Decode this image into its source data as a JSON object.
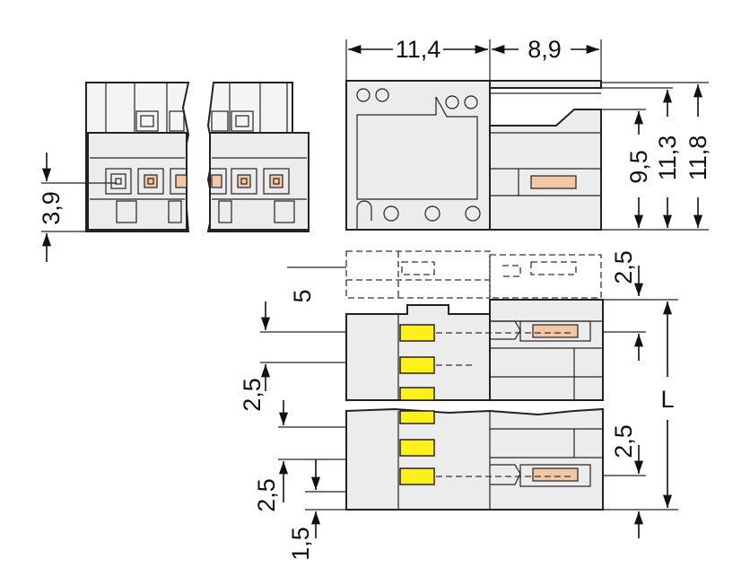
{
  "dimensions": {
    "width_front": "11,4",
    "width_side": "8,9",
    "height_a": "9,5",
    "height_b": "11,3",
    "height_c": "11,8",
    "pin_height": "3,9",
    "offset_5": "5",
    "pitch_top": "2,5",
    "pitch_left_a": "2,5",
    "pitch_right": "2,5",
    "pitch_left_b": "2,5",
    "edge": "1,5",
    "length": "L"
  },
  "colors": {
    "pin": "#ffef1a",
    "contact": "#f3c7a6",
    "body": "#ececec"
  }
}
